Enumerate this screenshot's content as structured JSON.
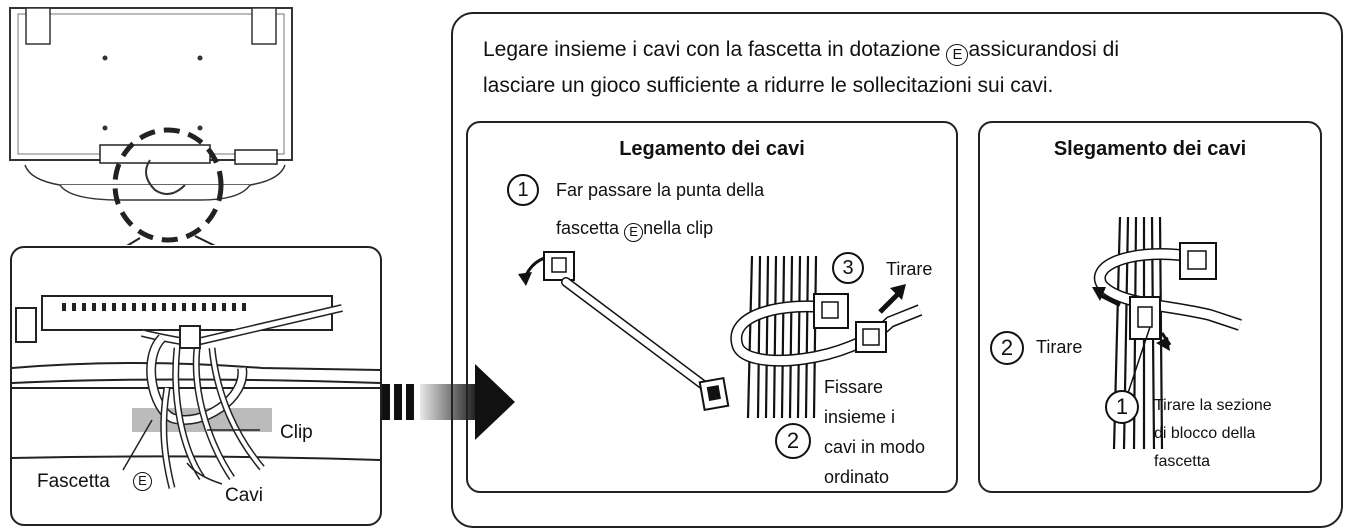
{
  "main": {
    "intro_line1": "Legare insieme i cavi con la fascetta in dotazione",
    "intro_line1b": "assicurandosi di",
    "intro_line2": "lasciare un gioco sufficiente a ridurre le sollecitazioni sui cavi.",
    "marker_e": "E"
  },
  "binding": {
    "title": "Legamento dei cavi",
    "step1_num": "1",
    "step1_line1": "Far passare la punta della",
    "step1_line2a": "fascetta",
    "step1_line2b": "nella clip",
    "step2_num": "2",
    "step2_lines": [
      "Fissare",
      "insieme i",
      "cavi in modo",
      "ordinato"
    ],
    "step3_num": "3",
    "step3_label": "Tirare"
  },
  "unbinding": {
    "title": "Slegamento dei cavi",
    "step1_num": "1",
    "step1_lines": [
      "Tirare la sezione",
      "di blocco della",
      "fascetta"
    ],
    "step2_num": "2",
    "step2_label": "Tirare"
  },
  "detail": {
    "clip_label": "Clip",
    "fascetta_label": "Fascetta",
    "cavi_label": "Cavi"
  }
}
